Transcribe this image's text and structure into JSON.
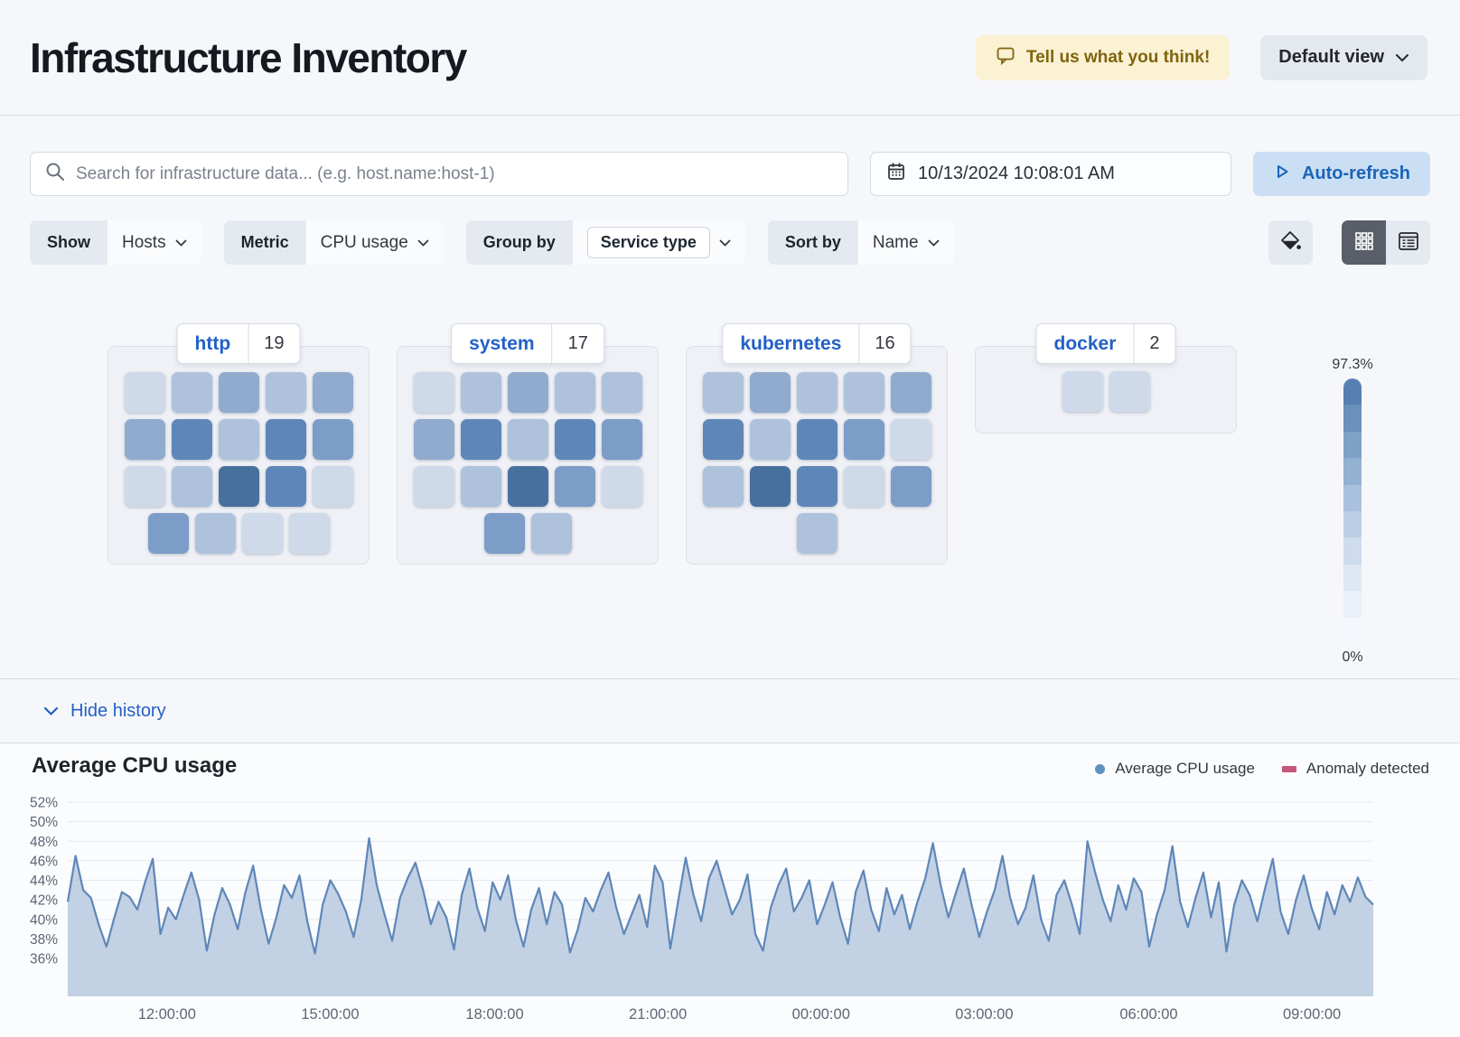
{
  "header": {
    "title": "Infrastructure Inventory",
    "feedback_label": "Tell us what you think!",
    "view_selector_label": "Default view"
  },
  "toolbar": {
    "search_placeholder": "Search for infrastructure data... (e.g. host.name:host-1)",
    "datetime": "10/13/2024 10:08:01 AM",
    "auto_refresh_label": "Auto-refresh"
  },
  "filters": {
    "show_label": "Show",
    "show_value": "Hosts",
    "metric_label": "Metric",
    "metric_value": "CPU usage",
    "group_label": "Group by",
    "group_value": "Service type",
    "sort_label": "Sort by",
    "sort_value": "Name"
  },
  "waffle": {
    "palette": {
      "s0": "#CEDAEA",
      "s1": "#AEC2DC",
      "s2": "#90ABCE",
      "s3": "#7C9DC7",
      "s4": "#5E86B9",
      "s5": "#48709F"
    },
    "groups": [
      {
        "name": "http",
        "count": "19",
        "rows": [
          [
            "s0",
            "s1",
            "s2",
            "s1",
            "s2"
          ],
          [
            "s2",
            "s4",
            "s1",
            "s4",
            "s3"
          ],
          [
            "s0",
            "s1",
            "s5",
            "s4",
            "s0"
          ],
          [
            "s3",
            "s1",
            "s0",
            "s0"
          ]
        ]
      },
      {
        "name": "system",
        "count": "17",
        "rows": [
          [
            "s0",
            "s1",
            "s2",
            "s1",
            "s1"
          ],
          [
            "s2",
            "s4",
            "s1",
            "s4",
            "s3"
          ],
          [
            "s0",
            "s1",
            "s5",
            "s3",
            "s0"
          ],
          [
            "s3",
            "s1"
          ]
        ]
      },
      {
        "name": "kubernetes",
        "count": "16",
        "rows": [
          [
            "s1",
            "s2",
            "s1",
            "s1",
            "s2"
          ],
          [
            "s4",
            "s1",
            "s4",
            "s3",
            "s0"
          ],
          [
            "s1",
            "s5",
            "s4",
            "s0",
            "s3"
          ],
          [
            "s1"
          ]
        ]
      },
      {
        "name": "docker",
        "count": "2",
        "rows": [
          [
            "s0",
            "s0"
          ]
        ]
      }
    ],
    "legend": {
      "max_label": "97.3%",
      "min_label": "0%",
      "steps": [
        "#5580B0",
        "#6A91BC",
        "#7FA1C7",
        "#94B1D2",
        "#A9C1DD",
        "#BCCFE6",
        "#CEDCEE",
        "#DEE7F3",
        "#EAF0F8",
        "#F4F7FB"
      ]
    }
  },
  "history": {
    "toggle_label": "Hide history"
  },
  "chart_data": {
    "type": "area",
    "title": "Average CPU usage",
    "legend": [
      {
        "label": "Average CPU usage",
        "color": "#6092C0",
        "marker": "dot"
      },
      {
        "label": "Anomaly detected",
        "color": "#C4557B",
        "marker": "dash"
      }
    ],
    "ylim": [
      36,
      52
    ],
    "ytick_step": 2,
    "ytick_labels": [
      "36%",
      "38%",
      "40%",
      "42%",
      "44%",
      "46%",
      "48%",
      "50%",
      "52%"
    ],
    "xticks": [
      {
        "label": "12:00:00",
        "f": 0.076
      },
      {
        "label": "15:00:00",
        "f": 0.201
      },
      {
        "label": "18:00:00",
        "f": 0.327
      },
      {
        "label": "21:00:00",
        "f": 0.452
      },
      {
        "label": "00:00:00",
        "f": 0.577
      },
      {
        "label": "03:00:00",
        "f": 0.702
      },
      {
        "label": "06:00:00",
        "f": 0.828
      },
      {
        "label": "09:00:00",
        "f": 0.953
      }
    ],
    "grid": true,
    "legend_position": "top-right",
    "line_color": "#5E87B8",
    "fill_color": "#B7C9DF",
    "series": [
      {
        "name": "Average CPU usage",
        "values": [
          41.8,
          46.5,
          43.0,
          42.2,
          39.5,
          37.2,
          40.1,
          42.8,
          42.3,
          41.0,
          43.8,
          46.2,
          38.5,
          41.2,
          40.0,
          42.5,
          44.8,
          42.0,
          36.8,
          40.5,
          43.2,
          41.5,
          39.0,
          42.8,
          45.5,
          41.0,
          37.5,
          40.2,
          43.5,
          42.2,
          44.5,
          39.8,
          36.5,
          41.5,
          44.0,
          42.6,
          40.8,
          38.2,
          42.0,
          48.3,
          43.5,
          40.5,
          37.8,
          42.2,
          44.2,
          45.8,
          43.0,
          39.5,
          41.8,
          40.2,
          36.9,
          42.5,
          45.2,
          41.2,
          38.8,
          43.8,
          42.0,
          44.5,
          40.0,
          37.2,
          41.0,
          43.2,
          39.5,
          42.8,
          41.5,
          36.6,
          38.9,
          42.2,
          40.8,
          43.0,
          44.8,
          41.2,
          38.5,
          40.5,
          42.5,
          39.2,
          45.5,
          43.8,
          37.0,
          41.8,
          46.3,
          42.5,
          39.8,
          44.2,
          46.0,
          43.2,
          40.5,
          42.0,
          44.6,
          38.5,
          36.8,
          41.2,
          43.5,
          45.2,
          40.8,
          42.2,
          44.0,
          39.5,
          41.5,
          43.8,
          40.2,
          37.5,
          42.8,
          45.0,
          41.0,
          38.8,
          43.2,
          40.5,
          42.5,
          39.0,
          41.8,
          44.2,
          47.8,
          43.5,
          40.2,
          42.8,
          45.2,
          41.5,
          38.2,
          40.8,
          43.0,
          46.5,
          42.2,
          39.5,
          41.2,
          44.5,
          40.0,
          37.8,
          42.5,
          44.0,
          41.5,
          38.5,
          48.0,
          44.8,
          42.0,
          39.8,
          43.5,
          41.0,
          44.2,
          42.8,
          37.2,
          40.5,
          43.0,
          47.5,
          41.8,
          39.2,
          42.2,
          44.8,
          40.2,
          43.8,
          36.7,
          41.5,
          44.0,
          42.5,
          39.8,
          43.2,
          46.2,
          40.8,
          38.5,
          42.0,
          44.5,
          41.2,
          39.0,
          42.8,
          40.5,
          43.5,
          41.8,
          44.3,
          42.3,
          41.5
        ]
      }
    ]
  }
}
